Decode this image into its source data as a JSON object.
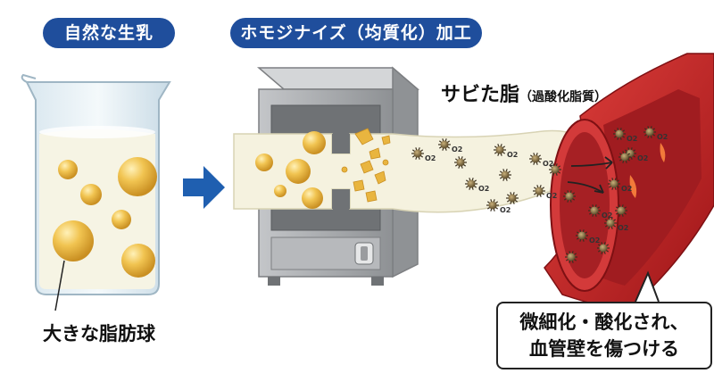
{
  "title_natural": "自然な生乳",
  "title_process": "ホモジナイズ（均質化）加工",
  "label_fat_globules": "大きな脂肪球",
  "label_rusty_fat_main": "サビた脂",
  "label_rusty_fat_sub": "（過酸化脂質）",
  "o2_label": "O2",
  "callout": {
    "line1": "微細化・酸化され、",
    "line2": "血管壁を傷つける"
  },
  "colors": {
    "title_pill": "#1f4e9c",
    "arrow": "#1f5fb0",
    "fat_globule": "#e9b53f",
    "vessel": "#c8262a",
    "machine": "#a7a9ac",
    "milk": "#f5f2df"
  }
}
